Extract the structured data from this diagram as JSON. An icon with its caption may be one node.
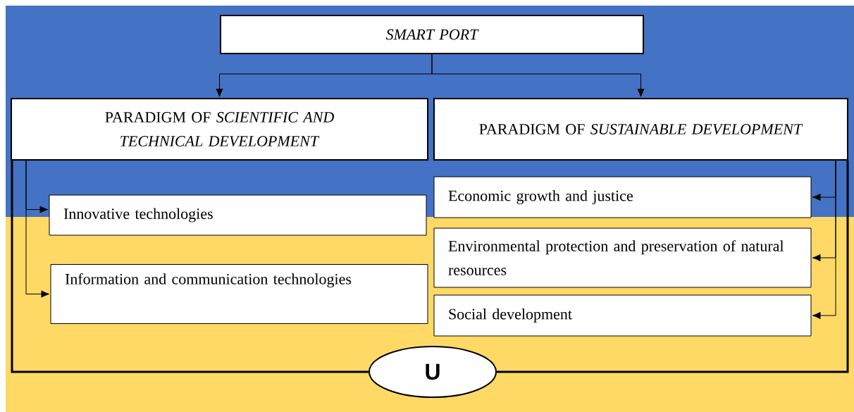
{
  "diagram": {
    "nodes": [
      {
        "text": [
          "SMART PORT"
        ]
      },
      {
        "text": [
          "PARADIGM OF *SCIENTIFIC AND TECHNICAL DEVELOPMENT*"
        ]
      },
      {
        "text": [
          "PARADIGM OF *SUSTAINABLE DEVELOPMENT*"
        ]
      },
      {
        "text": [
          "Innovative technologies"
        ]
      },
      {
        "text": [
          "Information and communication technologies"
        ]
      },
      {
        "text": [
          "Economic growth and justice"
        ]
      },
      {
        "text": [
          "Environmental protection and preservation of natural resources"
        ]
      },
      {
        "text": [
          "Social development"
        ]
      },
      {
        "text": [
          "U"
        ]
      }
    ],
    "edges": [
      {
        "from": 0,
        "to": 1,
        "arrow": "to"
      },
      {
        "from": 0,
        "to": 2,
        "arrow": "to"
      },
      {
        "from": 1,
        "to": 3,
        "arrow": "to"
      },
      {
        "from": 1,
        "to": 4,
        "arrow": "to"
      },
      {
        "from": 2,
        "to": 5,
        "arrow": "to"
      },
      {
        "from": 2,
        "to": 6,
        "arrow": "to"
      },
      {
        "from": 2,
        "to": 7,
        "arrow": "to"
      },
      {
        "from": 1,
        "to": 8,
        "arrow": "none",
        "style": "thick"
      },
      {
        "from": 2,
        "to": 8,
        "arrow": "none",
        "style": "thick"
      }
    ]
  }
}
